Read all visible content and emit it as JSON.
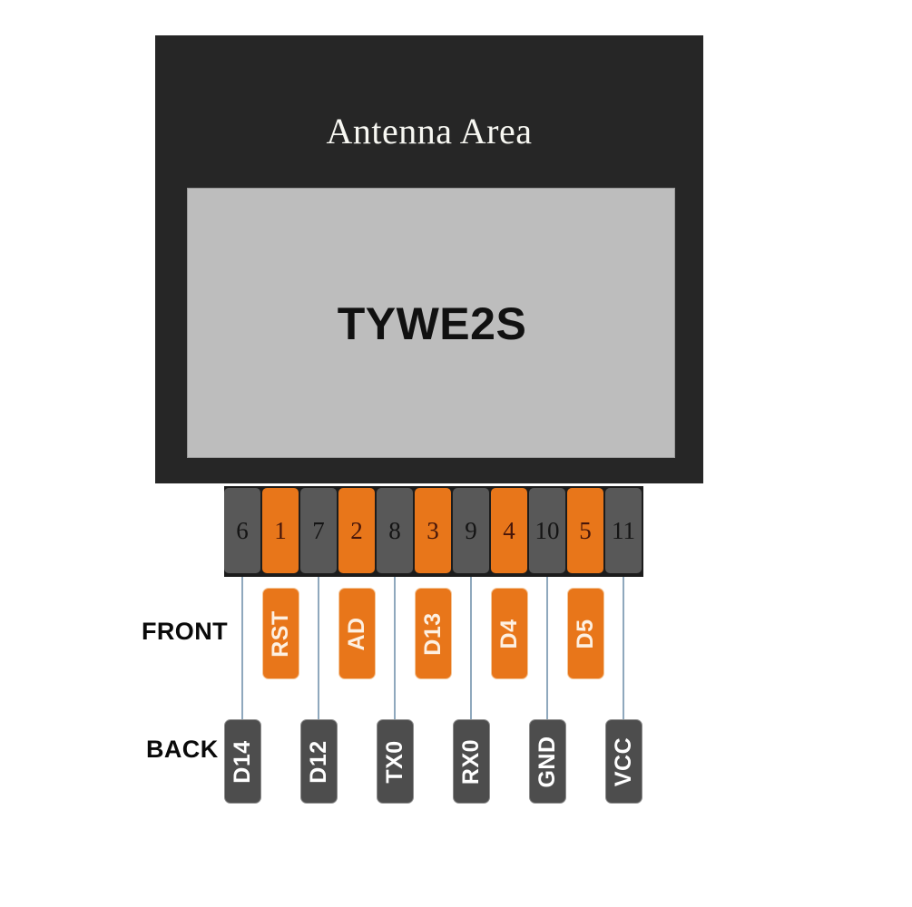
{
  "module": {
    "antenna_label": "Antenna Area",
    "shield_label": "TYWE2S",
    "board_color": "#262626",
    "shield_color": "#bdbdbd"
  },
  "legend": {
    "front_label": "FRONT",
    "back_label": "BACK"
  },
  "colors": {
    "pin_orange": "#e8761a",
    "pin_gray": "#585858",
    "chip_back_gray": "#4d4d4d",
    "lead_line": "#8fa8bd"
  },
  "header": {
    "pin_count": 11,
    "pins": [
      {
        "number": "6",
        "color": "gray",
        "side": "back",
        "signal": "D14"
      },
      {
        "number": "1",
        "color": "orange",
        "side": "front",
        "signal": "RST"
      },
      {
        "number": "7",
        "color": "gray",
        "side": "back",
        "signal": "D12"
      },
      {
        "number": "2",
        "color": "orange",
        "side": "front",
        "signal": "AD"
      },
      {
        "number": "8",
        "color": "gray",
        "side": "back",
        "signal": "TX0"
      },
      {
        "number": "3",
        "color": "orange",
        "side": "front",
        "signal": "D13"
      },
      {
        "number": "9",
        "color": "gray",
        "side": "back",
        "signal": "RX0"
      },
      {
        "number": "4",
        "color": "orange",
        "side": "front",
        "signal": "D4"
      },
      {
        "number": "10",
        "color": "gray",
        "side": "back",
        "signal": "GND"
      },
      {
        "number": "5",
        "color": "orange",
        "side": "front",
        "signal": "D5"
      },
      {
        "number": "11",
        "color": "gray",
        "side": "back",
        "signal": "VCC"
      }
    ]
  },
  "front_row": {
    "signals": [
      "RST",
      "AD",
      "D13",
      "D4",
      "D5"
    ],
    "pin_numbers": [
      "1",
      "2",
      "3",
      "4",
      "5"
    ]
  },
  "back_row": {
    "signals": [
      "D14",
      "D12",
      "TX0",
      "RX0",
      "GND",
      "VCC"
    ],
    "pin_numbers": [
      "6",
      "7",
      "8",
      "9",
      "10",
      "11"
    ]
  }
}
